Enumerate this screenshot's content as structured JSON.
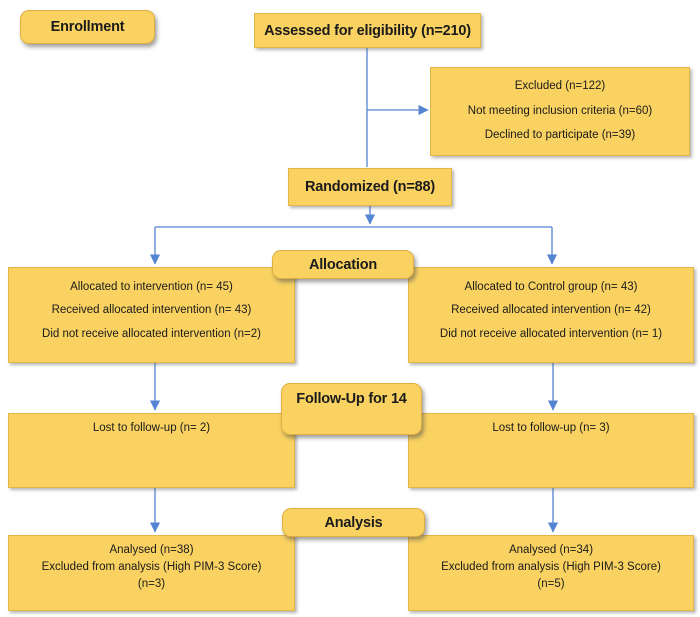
{
  "colors": {
    "box_fill": "#F9D262",
    "box_border": "#E4B648",
    "arrow_blue": "#5585D2",
    "text": "#1b1b1b",
    "background": "#ffffff"
  },
  "stages": {
    "enrollment": "Enrollment",
    "allocation": "Allocation",
    "followup": "Follow-Up for 14",
    "analysis": "Analysis"
  },
  "nodes": {
    "assessed": "Assessed for eligibility (n=210)",
    "excluded": {
      "line1": "Excluded (n=122)",
      "line2": "Not meeting inclusion criteria (n=60)",
      "line3": "Declined to participate (n=39)"
    },
    "randomized": "Randomized (n=88)",
    "alloc_left": {
      "line1": "Allocated to intervention (n= 45)",
      "line2": "Received allocated intervention (n= 43)",
      "line3": "Did not receive allocated intervention (n=2)"
    },
    "alloc_right": {
      "line1": "Allocated to Control group (n= 43)",
      "line2": "Received allocated intervention (n= 42)",
      "line3": "Did not receive allocated intervention (n= 1)"
    },
    "fu_left": "Lost to follow-up (n= 2)",
    "fu_right": "Lost to follow-up (n= 3)",
    "an_left": {
      "line1": "Analysed (n=38)",
      "line2": "Excluded from analysis (High PIM-3 Score)",
      "line3": "(n=3)"
    },
    "an_right": {
      "line1": "Analysed (n=34)",
      "line2": "Excluded from analysis (High PIM-3 Score)",
      "line3": "(n=5)"
    }
  }
}
